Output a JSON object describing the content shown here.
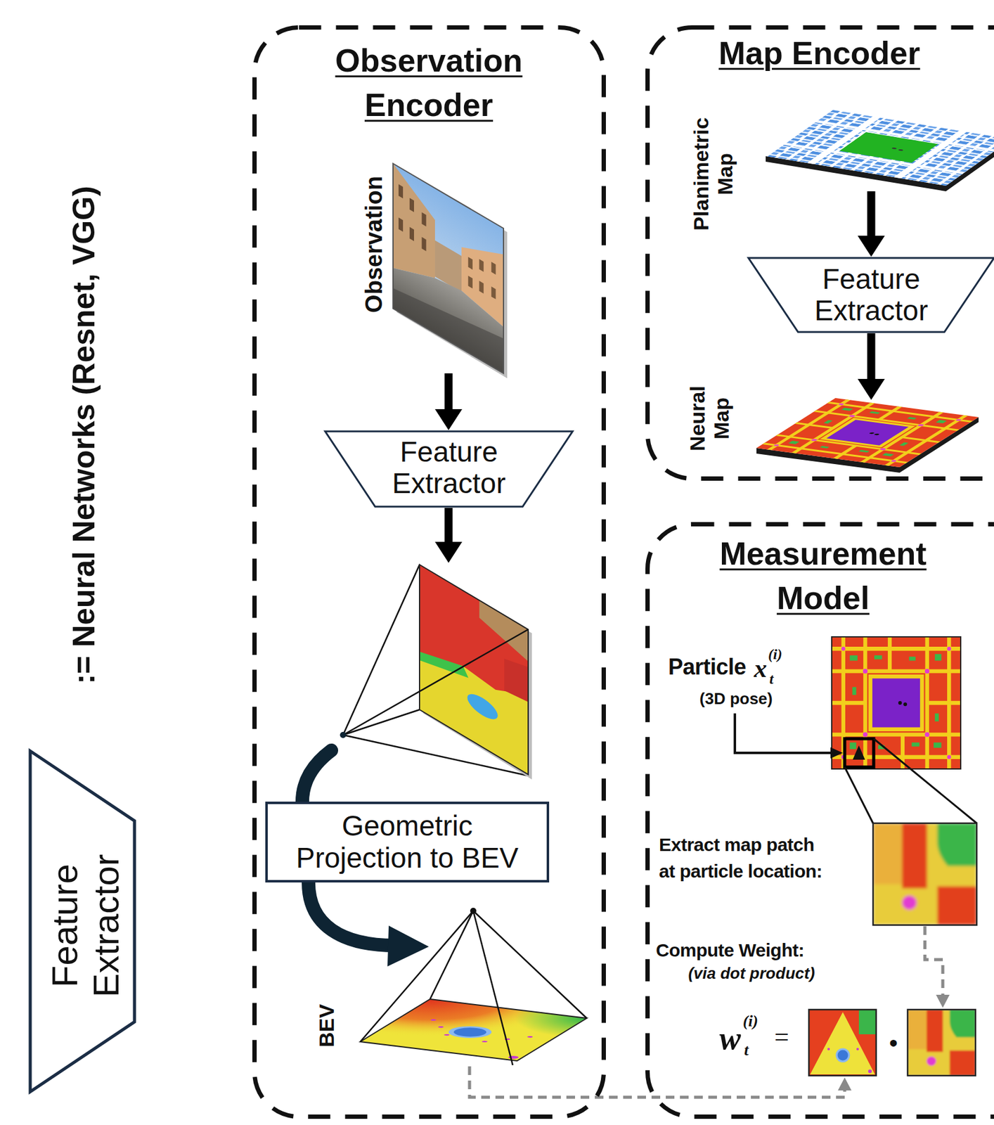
{
  "diagram": {
    "nodes": [
      {
        "text": [
          "Feature Extractor"
        ]
      },
      {
        "text": [
          "Observation Encoder"
        ]
      },
      {
        "text": [
          "Observation"
        ],
        "in": 1
      },
      {
        "text": [
          "Feature Extractor"
        ],
        "in": 1
      },
      {
        "text": [
          "Geometric Projection to BEV"
        ],
        "in": 1
      },
      {
        "text": [
          "BEV"
        ],
        "in": 1
      },
      {
        "text": [
          "Map Encoder"
        ]
      },
      {
        "text": [
          "Planimetric Map"
        ],
        "in": 6
      },
      {
        "text": [
          "Feature Extractor"
        ],
        "in": 6
      },
      {
        "text": [
          "Neural Map"
        ],
        "in": 6
      },
      {
        "text": [
          "Measurement Model"
        ]
      }
    ],
    "edges": [
      {
        "from": 2,
        "to": 3,
        "arrow": "to"
      },
      {
        "from": 7,
        "to": 8,
        "arrow": "to"
      },
      {
        "from": 8,
        "to": 9,
        "arrow": "to"
      }
    ],
    "labels": [
      ":= Neural Networks (Resnet, VGG)",
      "Particle",
      "x",
      "(i)",
      "t",
      "(3D pose)",
      "Extract map patch at particle location:",
      "Compute Weight:",
      "(via dot product)",
      "w",
      "(i)",
      "t",
      "=",
      "•"
    ]
  }
}
